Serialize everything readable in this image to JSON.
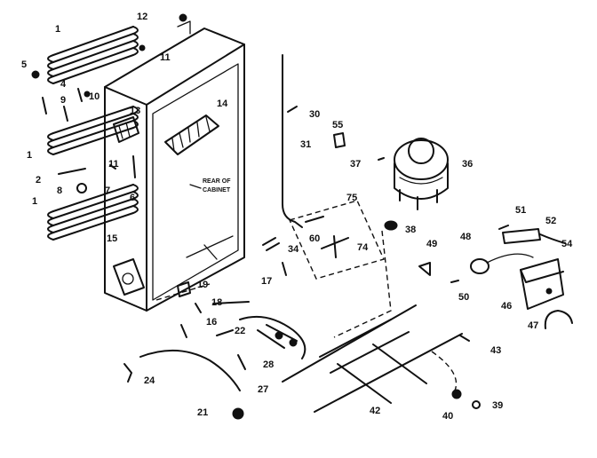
{
  "diagram": {
    "callouts": [
      "1",
      "12",
      "11",
      "5",
      "4",
      "10",
      "9",
      "13",
      "14",
      "30",
      "55",
      "31",
      "1",
      "11",
      "37",
      "36",
      "2",
      "6",
      "8",
      "7",
      "1",
      "75",
      "38",
      "51",
      "52",
      "48",
      "54",
      "49",
      "15",
      "60",
      "74",
      "34",
      "17",
      "50",
      "19",
      "18",
      "46",
      "16",
      "22",
      "47",
      "43",
      "28",
      "27",
      "24",
      "42",
      "40",
      "39",
      "21"
    ],
    "rear_note": [
      "REAR OF",
      "CABINET"
    ]
  }
}
